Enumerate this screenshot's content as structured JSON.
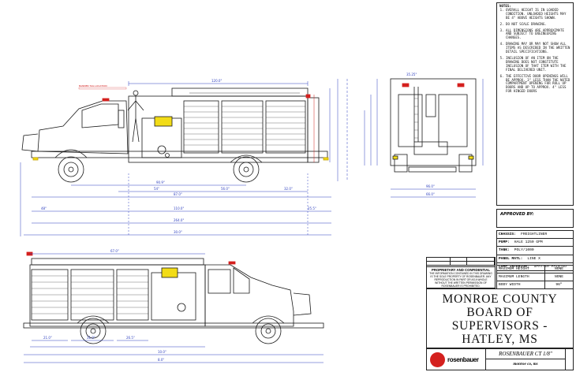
{
  "notes": {
    "heading": "NOTES:",
    "items": [
      "OVERALL HEIGHT IS IN LOADED CONDITION. UNLOADED HEIGHTS MAY BE 4\" ABOVE HEIGHTS SHOWN.",
      "DO NOT SCALE DRAWING.",
      "ALL DIMENSIONS ARE APPROXIMATE AND SUBJECT TO ENGINEERING CHANGES.",
      "DRAWING MAY OR MAY NOT SHOW ALL ITEMS AS DESCRIBED IN THE WRITTEN DETAIL SPECIFICATIONS.",
      "INCLUSION OF AN ITEM ON THE DRAWING DOES NOT CONSTITUTE INCLUSION OF THAT ITEM WITH THE FINAL DELIVERED UNIT.",
      "THE EFFECTIVE DOOR OPENINGS WILL BE APPROX. 3\" LESS THAN THE NOTED COMPARTMENT OPENING FOR ROLL UP DOORS AND UP TO APPROX. 4\" LESS FOR HINGED DOORS"
    ]
  },
  "approved_by": "APPROVED BY:",
  "spec": [
    {
      "k": "CHASSIS:",
      "v": "FREIGHTLINER"
    },
    {
      "k": "PUMP:",
      "v": "HALE 1250 GPM"
    },
    {
      "k": "TANK:",
      "v": "POLY/1000"
    },
    {
      "k": "PANEL MATL:",
      "v": "LINE X"
    },
    {
      "k": "COMP INTERIOR:",
      "v": "SPATTER PAINTED"
    }
  ],
  "dims": [
    {
      "k": "MAXIMUM HEIGHT",
      "v": "NONE"
    },
    {
      "k": "MAXIMUM LENGTH",
      "v": "NONE"
    },
    {
      "k": "BODY WIDTH",
      "v": "96\""
    }
  ],
  "proprietary": {
    "heading": "PROPRIETARY AND CONFIDENTIAL",
    "body": "THE INFORMATION CONTAINED IN THIS DRAWING IS THE SOLE PROPERTY OF ROSENBAUER. ANY REPRODUCTION IN PART OR AS A WHOLE WITHOUT THE WRITTEN PERMISSION OF ROSENBAUER IS PROHIBITED."
  },
  "title": [
    "MONROE COUNTY",
    "BOARD OF",
    "SUPERVISORS -",
    "HATLEY, MS"
  ],
  "brand": "rosenbauer",
  "model": "ROSENBAUER CT 1/8\"",
  "company": "monroe co, ms",
  "dimension_labels": [
    "90.9\"",
    "120.0\"",
    "96.0\"",
    "48\"",
    "54\"",
    "35.25\"",
    "21.0\"",
    "56.0\"",
    "32.0\"",
    "25.5\"",
    "67.0\"",
    "87.0\"",
    "110.0\"",
    "264.0\"",
    "8.0\"",
    "30.0\"",
    "31.0\"",
    "10.0\"",
    "66.0\"",
    "26.5\""
  ],
  "colors": {
    "line": "#1a1a1a",
    "dim": "#2d3fbf",
    "red": "#d4201e",
    "yellow": "#f2dc17"
  }
}
